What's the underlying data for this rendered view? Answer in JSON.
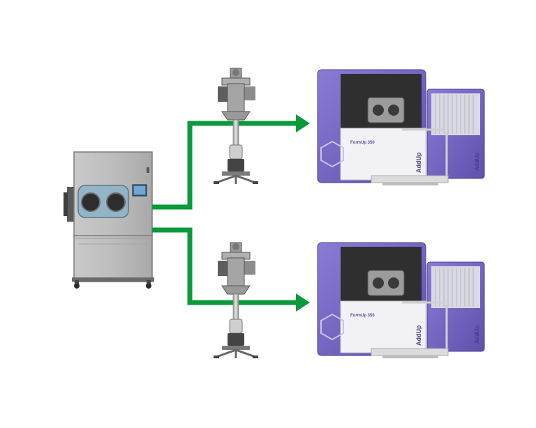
{
  "diagram": {
    "colors": {
      "arrow": "#0a9a3c",
      "printer_purple": "#7b6cc6",
      "printer_dark": "#3a3a3a",
      "cabinet": "#b9b9b9",
      "background": "#ffffff"
    },
    "printers": [
      {
        "brand": "AddUp",
        "model": "FormUp 350",
        "side_brand": "AddUp"
      },
      {
        "brand": "AddUp",
        "model": "FormUp 350",
        "side_brand": "AddUp"
      }
    ]
  }
}
